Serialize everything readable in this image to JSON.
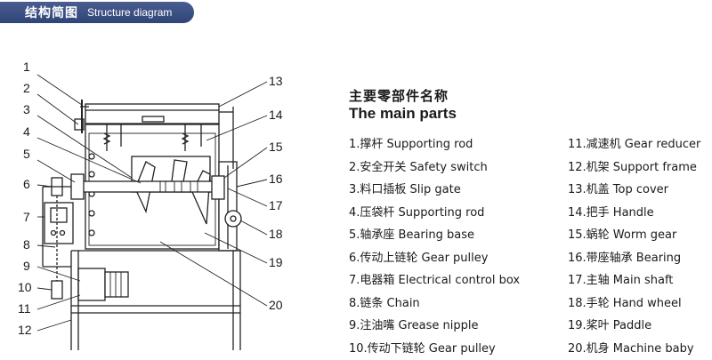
{
  "header": {
    "title_cn": "结构简图",
    "title_en": "Structure diagram"
  },
  "parts_title": {
    "cn": "主要零部件名称",
    "en": "The main parts"
  },
  "parts_left": [
    "1.撑杆 Supporting rod",
    "2.安全开关 Safety switch",
    "3.料口插板 Slip gate",
    "4.压袋杆 Supporting rod",
    "5.轴承座 Bearing base",
    "6.传动上链轮 Gear pulley",
    "7.电器箱 Electrical control box",
    "8.链条 Chain",
    "9.注油嘴 Grease nipple",
    "10.传动下链轮 Gear pulley"
  ],
  "parts_right": [
    "11.减速机 Gear reducer",
    "12.机架 Support frame",
    "13.机盖 Top cover",
    "14.把手 Handle",
    "15.蜗轮 Worm gear",
    "16.带座轴承 Bearing",
    "17.主轴 Main shaft",
    "18.手轮 Hand wheel",
    "19.桨叶 Paddle",
    "20.机身 Machine baby"
  ],
  "callouts": [
    "1",
    "2",
    "3",
    "4",
    "5",
    "6",
    "7",
    "8",
    "9",
    "10",
    "11",
    "12",
    "13",
    "14",
    "15",
    "16",
    "17",
    "18",
    "19",
    "20"
  ]
}
